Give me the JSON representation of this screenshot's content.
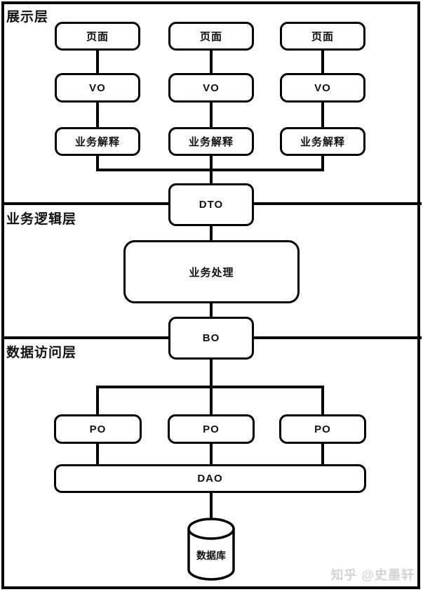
{
  "diagram": {
    "layer_labels": [
      "展示层",
      "业务逻辑层",
      "数据访问层"
    ],
    "columns": [
      {
        "page": "页面",
        "vo": "VO",
        "interpret": "业务解释"
      },
      {
        "page": "页面",
        "vo": "VO",
        "interpret": "业务解释"
      },
      {
        "page": "页面",
        "vo": "VO",
        "interpret": "业务解释"
      }
    ],
    "dto": "DTO",
    "business_process": "业务处理",
    "bo": "BO",
    "po": [
      "PO",
      "PO",
      "PO"
    ],
    "dao": "DAO",
    "database": "数据库"
  },
  "watermark": "知乎 @史墨轩",
  "colors": {
    "line": "#000000",
    "background": "#ffffff",
    "watermark": "#d4d4d4"
  }
}
